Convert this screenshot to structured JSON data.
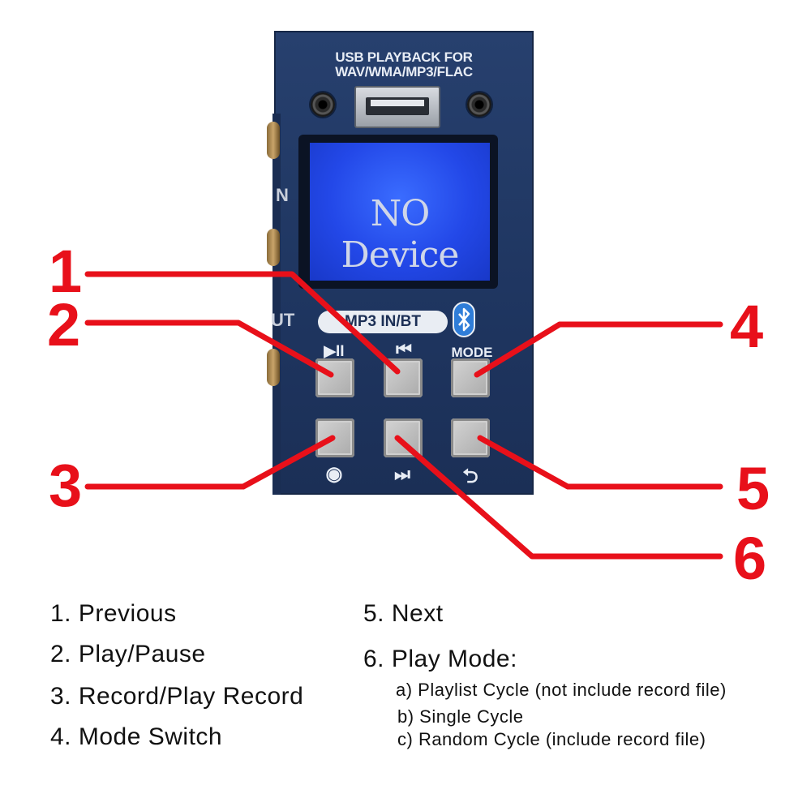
{
  "panel": {
    "usb_title_line1": "USB PLAYBACK FOR",
    "usb_title_line2": "WAV/WMA/MP3/FLAC",
    "side_letter_top": "N",
    "side_letter_bottom": "UT",
    "display_text": "NO Device",
    "mode_badge": "MP3 IN/BT",
    "mode_label": "MODE",
    "glyph_play_pause": "▶II",
    "glyph_previous": "⏮",
    "glyph_next": "⏭",
    "glyph_record": "◉",
    "glyph_loop": "⮌",
    "bluetooth_icon": "bluetooth-icon"
  },
  "callouts": [
    "1",
    "2",
    "3",
    "4",
    "5",
    "6"
  ],
  "callout_color": "#e8101a",
  "legend_left": [
    "1. Previous",
    "2. Play/Pause",
    "3. Record/Play Record",
    "4. Mode Switch"
  ],
  "legend_right": {
    "item5": "5. Next",
    "item6": "6. Play Mode:",
    "sub_a": "a) Playlist Cycle (not include record file)",
    "sub_b": "b) Single Cycle",
    "sub_c": "c) Random Cycle (include record file)"
  }
}
